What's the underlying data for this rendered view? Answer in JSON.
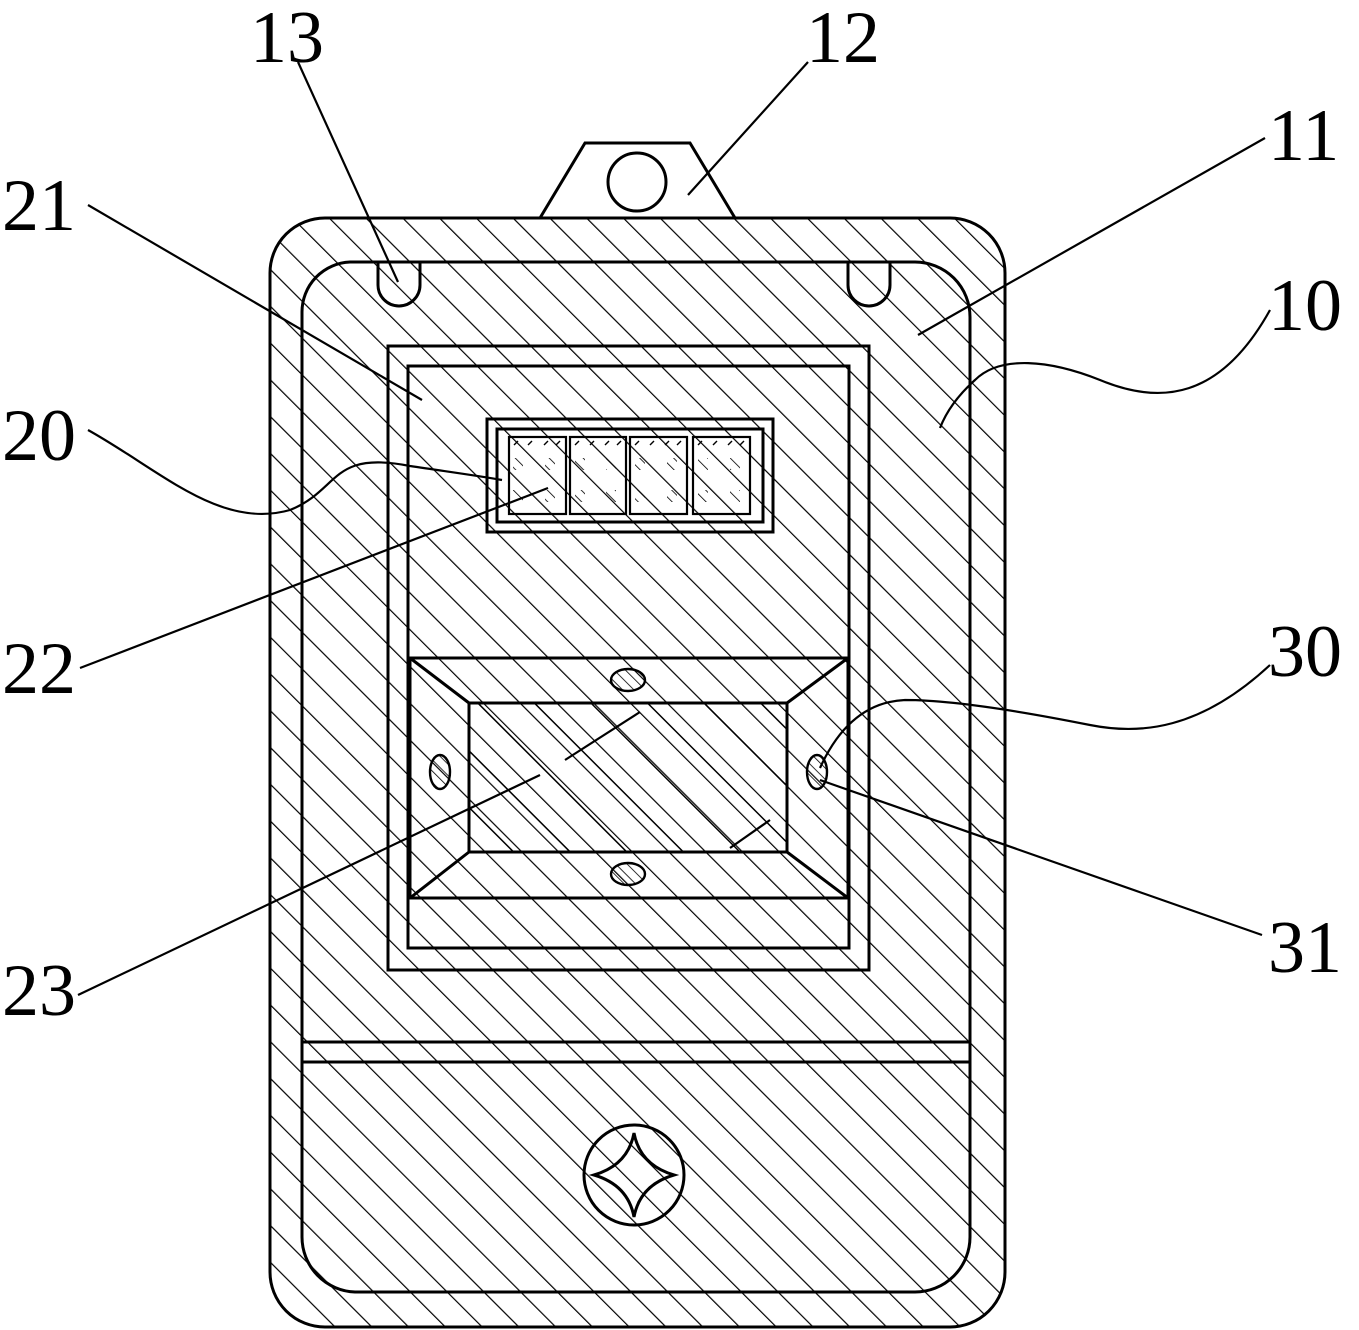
{
  "diagram": {
    "labels": {
      "l13": "13",
      "l12": "12",
      "l11": "11",
      "l21": "21",
      "l10": "10",
      "l20": "20",
      "l22": "22",
      "l30": "30",
      "l23": "23",
      "l31": "31"
    }
  },
  "colors": {
    "stroke": "#000000",
    "background": "#ffffff"
  }
}
